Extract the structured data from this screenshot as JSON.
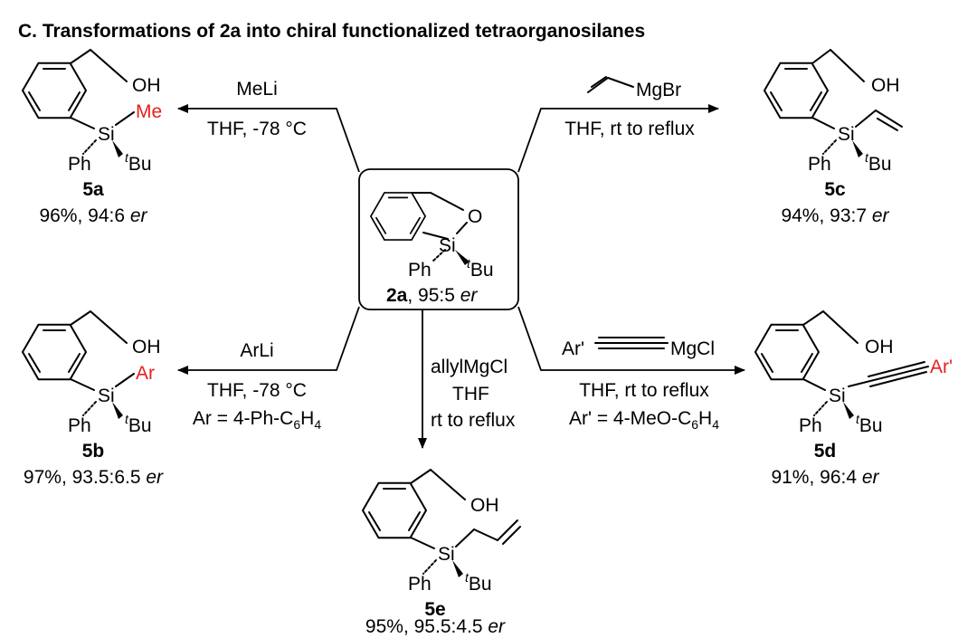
{
  "title": "C. Transformations of 2a into chiral functionalized tetraorganosilanes",
  "colors": {
    "highlight": "#e8201e",
    "ink": "#000000"
  },
  "center": {
    "label": "2a",
    "er": "95:5",
    "er_suffix": "er",
    "atoms": {
      "o": "O",
      "si": "Si",
      "ph": "Ph",
      "t": "t",
      "bu": "Bu"
    }
  },
  "products": {
    "5a": {
      "label": "5a",
      "yield_er": "96%, 94:6",
      "er_suffix": "er",
      "atoms": {
        "oh": "OH",
        "si": "Si",
        "ph": "Ph",
        "t": "t",
        "bu": "Bu",
        "sub": "Me"
      }
    },
    "5b": {
      "label": "5b",
      "yield_er": "97%, 93.5:6.5",
      "er_suffix": "er",
      "atoms": {
        "oh": "OH",
        "si": "Si",
        "ph": "Ph",
        "t": "t",
        "bu": "Bu",
        "sub": "Ar"
      }
    },
    "5c": {
      "label": "5c",
      "yield_er": "94%, 93:7",
      "er_suffix": "er",
      "atoms": {
        "oh": "OH",
        "si": "Si",
        "ph": "Ph",
        "t": "t",
        "bu": "Bu"
      }
    },
    "5d": {
      "label": "5d",
      "yield_er": "91%, 96:4",
      "er_suffix": "er",
      "atoms": {
        "oh": "OH",
        "si": "Si",
        "ph": "Ph",
        "t": "t",
        "bu": "Bu",
        "sub": "Ar'"
      }
    },
    "5e": {
      "label": "5e",
      "yield_er": "95%, 95.5:4.5",
      "er_suffix": "er",
      "atoms": {
        "oh": "OH",
        "si": "Si",
        "ph": "Ph",
        "t": "t",
        "bu": "Bu"
      }
    }
  },
  "conditions": {
    "a": {
      "reagent": "MeLi",
      "line2": "THF, -78 °C"
    },
    "b": {
      "reagent": "ArLi",
      "line2": "THF, -78 °C",
      "line3_pre": "Ar = 4-Ph-C",
      "line3_sub1": "6",
      "line3_mid": "H",
      "line3_sub2": "4"
    },
    "c": {
      "reagent": "MgBr",
      "line2": "THF, rt to reflux"
    },
    "d": {
      "reagent_pre": "Ar'",
      "reagent_post": "MgCl",
      "line2": "THF, rt to reflux",
      "line3_pre": "Ar' = 4-MeO-C",
      "line3_sub1": "6",
      "line3_mid": "H",
      "line3_sub2": "4"
    },
    "e": {
      "reagent": "allylMgCl",
      "line2": "THF",
      "line3": "rt to reflux"
    }
  }
}
